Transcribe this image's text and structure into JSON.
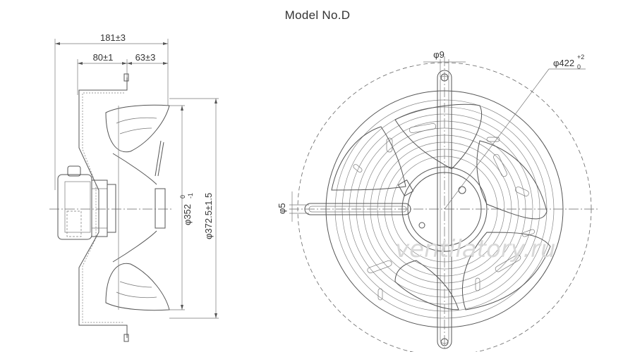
{
  "title": "Model No.D",
  "dimensions": {
    "overall_depth": "181±3",
    "motor_depth": "80±1",
    "guard_offset": "63±3",
    "inner_diameter_main": "φ352",
    "inner_diameter_tol_upper": "0",
    "inner_diameter_tol_lower": "-1",
    "outer_diameter": "φ372.5±1.5",
    "hole_diameter": "φ9",
    "guard_diameter_main": "φ422",
    "guard_diameter_tol_upper": "+2",
    "guard_diameter_tol_lower": "0",
    "slot_width": "φ5"
  },
  "watermark": "ventilatory.ru"
}
